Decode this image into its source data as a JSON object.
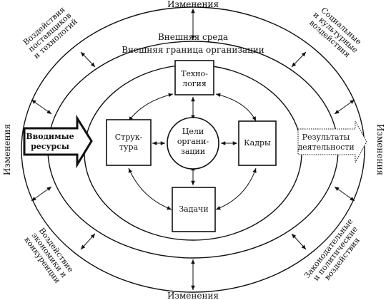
{
  "outer": {
    "top": "Изменения",
    "bottom": "Изменения",
    "left": "Изменения",
    "right": "Изменения",
    "top_left": [
      "Воздействия",
      "поставщиков",
      "и технологий"
    ],
    "top_right": [
      "Социальные",
      "и культурные",
      "воздействия"
    ],
    "bottom_left": [
      "Воздействие",
      "экономики и",
      "конкуренции"
    ],
    "bottom_right": [
      "Законодательные",
      "и политические",
      "воздействия"
    ]
  },
  "middle": {
    "environment": "Внешняя среда",
    "boundary": "Внешняя граница организации"
  },
  "inner": {
    "technology": [
      "Техно-",
      "логия"
    ],
    "structure": [
      "Струк-",
      "тура"
    ],
    "staff": "Кадры",
    "tasks": "Задачи",
    "goals": [
      "Цели",
      "органи-",
      "зации"
    ]
  },
  "input_arrow": [
    "Вводимые",
    "ресурсы"
  ],
  "output_arrow": [
    "Результаты",
    "деятельности"
  ]
}
